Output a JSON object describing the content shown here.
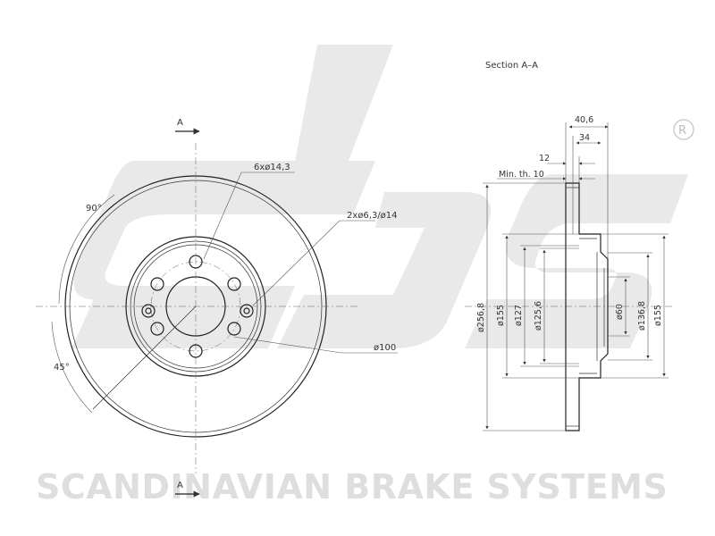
{
  "watermark": {
    "brand": "sbs",
    "registered_mark": "R",
    "tagline": "SCANDINAVIAN BRAKE SYSTEMS"
  },
  "front_view": {
    "section_marker_top": "A",
    "section_marker_bottom": "A",
    "angle_90": "90°",
    "angle_45": "45°",
    "bolt_holes": "6xø14,3",
    "pin_holes": "2xø6,3/ø14",
    "pcd": "ø100"
  },
  "section_view": {
    "title": "Section A–A",
    "dim_overall_height": "40,6",
    "dim_34": "34",
    "dim_12": "12",
    "dim_min_thickness": "Min. th. 10",
    "dia_outer": "ø256,8",
    "dia_155_left": "ø155",
    "dia_127": "ø127",
    "dia_125_6": "ø125,6",
    "dia_60": "ø60",
    "dia_136_8": "ø136,8",
    "dia_155_right": "ø155"
  },
  "colors": {
    "line": "#222222",
    "watermark": "#e9e9e9",
    "text": "#333333"
  }
}
